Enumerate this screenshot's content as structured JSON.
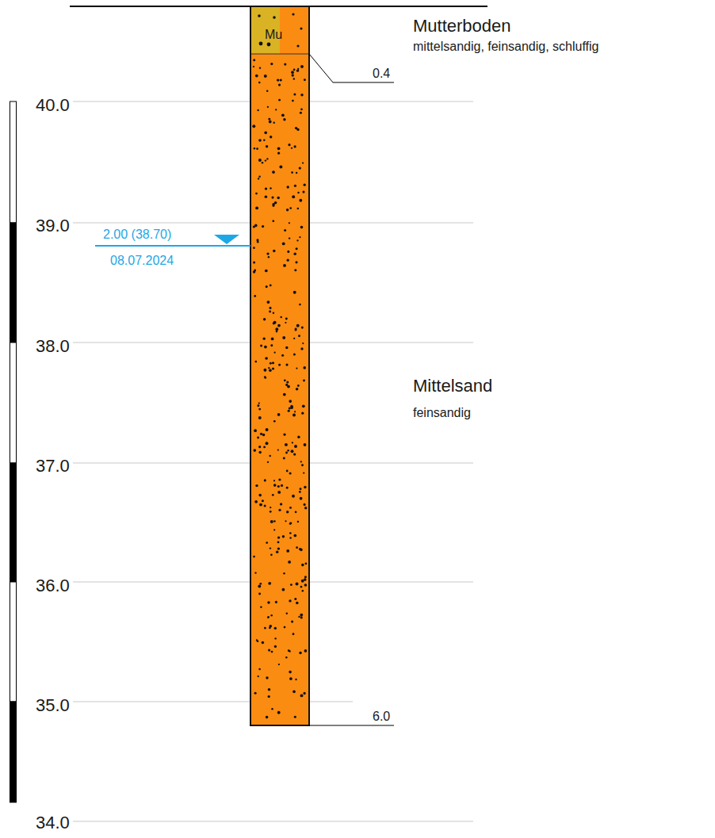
{
  "diagram": {
    "nodes": [
      {
        "text": [
          "Mu"
        ]
      }
    ],
    "labels": [
      "Mutterboden",
      "mittelsandig, feinsandig, schluffig",
      "0.4",
      "40.0",
      "39.0",
      "2.00 (38.70)",
      "08.07.2024",
      "38.0",
      "Mittelsand",
      "feinsandig",
      "37.0",
      "36.0",
      "35.0",
      "6.0",
      "34.0"
    ]
  }
}
